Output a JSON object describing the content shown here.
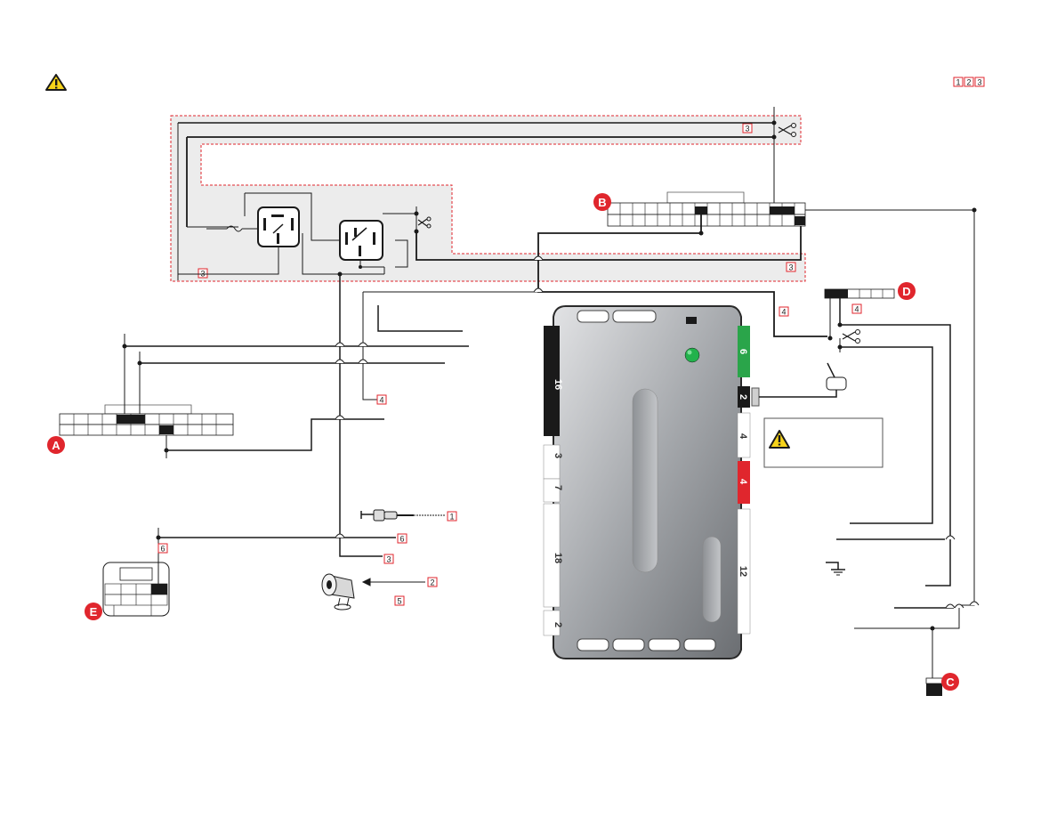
{
  "colors": {
    "red_accent": "#e0262d",
    "dashed_zone": "#e0262d",
    "zone_fill": "#ececec",
    "module_body": "#a9acaf",
    "green_port": "#2aa54a",
    "red_port": "#e0262d",
    "black_port": "#1a1a1a",
    "warning_yellow": "#f6d31a",
    "led_green": "#22b24c"
  },
  "icons": [
    "warning-icon",
    "scissors-icon",
    "relay-icon",
    "fuse-icon",
    "siren-icon",
    "antenna-icon",
    "led-icon",
    "ground-icon"
  ],
  "header": {
    "page_refs": [
      "1",
      "2",
      "3"
    ]
  },
  "connectors": {
    "A": "A",
    "B": "B",
    "C": "C",
    "D": "D",
    "E": "E"
  },
  "refs": {
    "zone_top": "3",
    "zone_bottom_left": "3",
    "zone_bottom_right": "3",
    "mid_left": "4",
    "right_top": "4",
    "right_d": "4",
    "antenna": "1",
    "wire_6": "6",
    "wire_3": "3",
    "siren": "2",
    "siren_note": "5",
    "connector_e": "6"
  },
  "module": {
    "ports_left": [
      {
        "label": "16",
        "color": "black"
      },
      {
        "label": "3",
        "color": "white"
      },
      {
        "label": "7",
        "color": "white"
      },
      {
        "label": "18",
        "color": "white"
      },
      {
        "label": "2",
        "color": "white"
      }
    ],
    "ports_right": [
      {
        "label": "6",
        "color": "green"
      },
      {
        "label": "2",
        "color": "black"
      },
      {
        "label": "4",
        "color": "white"
      },
      {
        "label": "4",
        "color": "red"
      },
      {
        "label": "12",
        "color": "white"
      }
    ]
  }
}
